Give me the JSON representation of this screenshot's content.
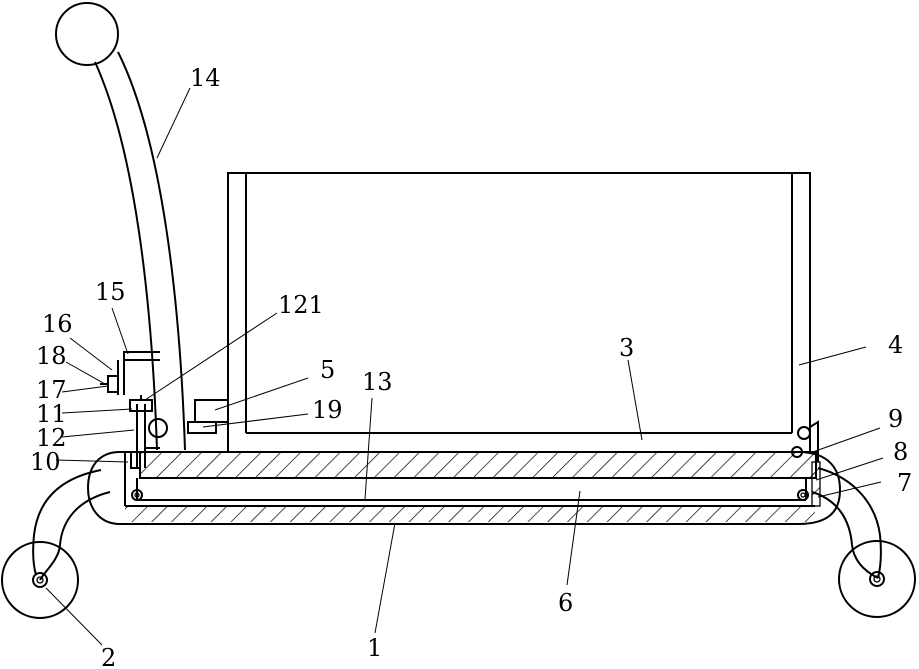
{
  "labels": {
    "l14": "14",
    "l15": "15",
    "l16": "16",
    "l18": "18",
    "l17": "17",
    "l11": "11",
    "l12": "12",
    "l10": "10",
    "l121": "121",
    "l5": "5",
    "l19": "19",
    "l13": "13",
    "l3": "3",
    "l4": "4",
    "l9": "9",
    "l8": "8",
    "l7": "7",
    "l6": "6",
    "l1": "1",
    "l2": "2"
  }
}
